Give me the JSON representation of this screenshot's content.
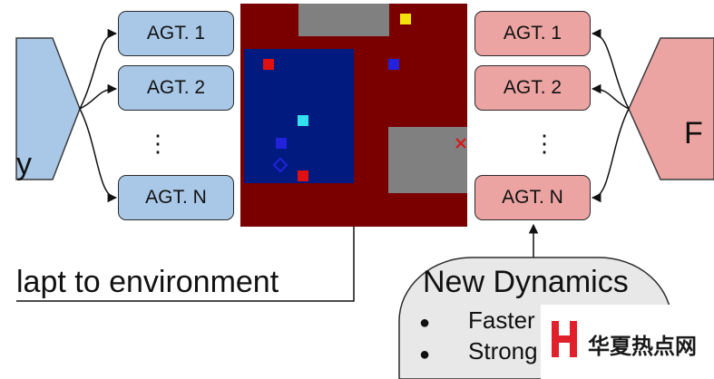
{
  "left_panel": {
    "agents": [
      "AGT. 1",
      "AGT. 2",
      "AGT. N"
    ],
    "ellipsis": "⋮",
    "edge_text": "y",
    "color": "#a9c8e8"
  },
  "right_panel": {
    "agents": [
      "AGT. 1",
      "AGT. 2",
      "AGT. N"
    ],
    "ellipsis": "⋮",
    "edge_text": "F",
    "color": "#eba4a2"
  },
  "environment": {
    "background_color": "#7a0000",
    "water_color": "#001a80",
    "wall_color": "#808080"
  },
  "caption_left": "lapt to environment",
  "new_dynamics": {
    "title": "New Dynamics",
    "bullets": [
      "Faster",
      "Strong"
    ],
    "bullet_glyph": "●"
  },
  "watermark": {
    "logo_letter": "H",
    "text": "华夏热点网",
    "color": "#e0202a"
  }
}
